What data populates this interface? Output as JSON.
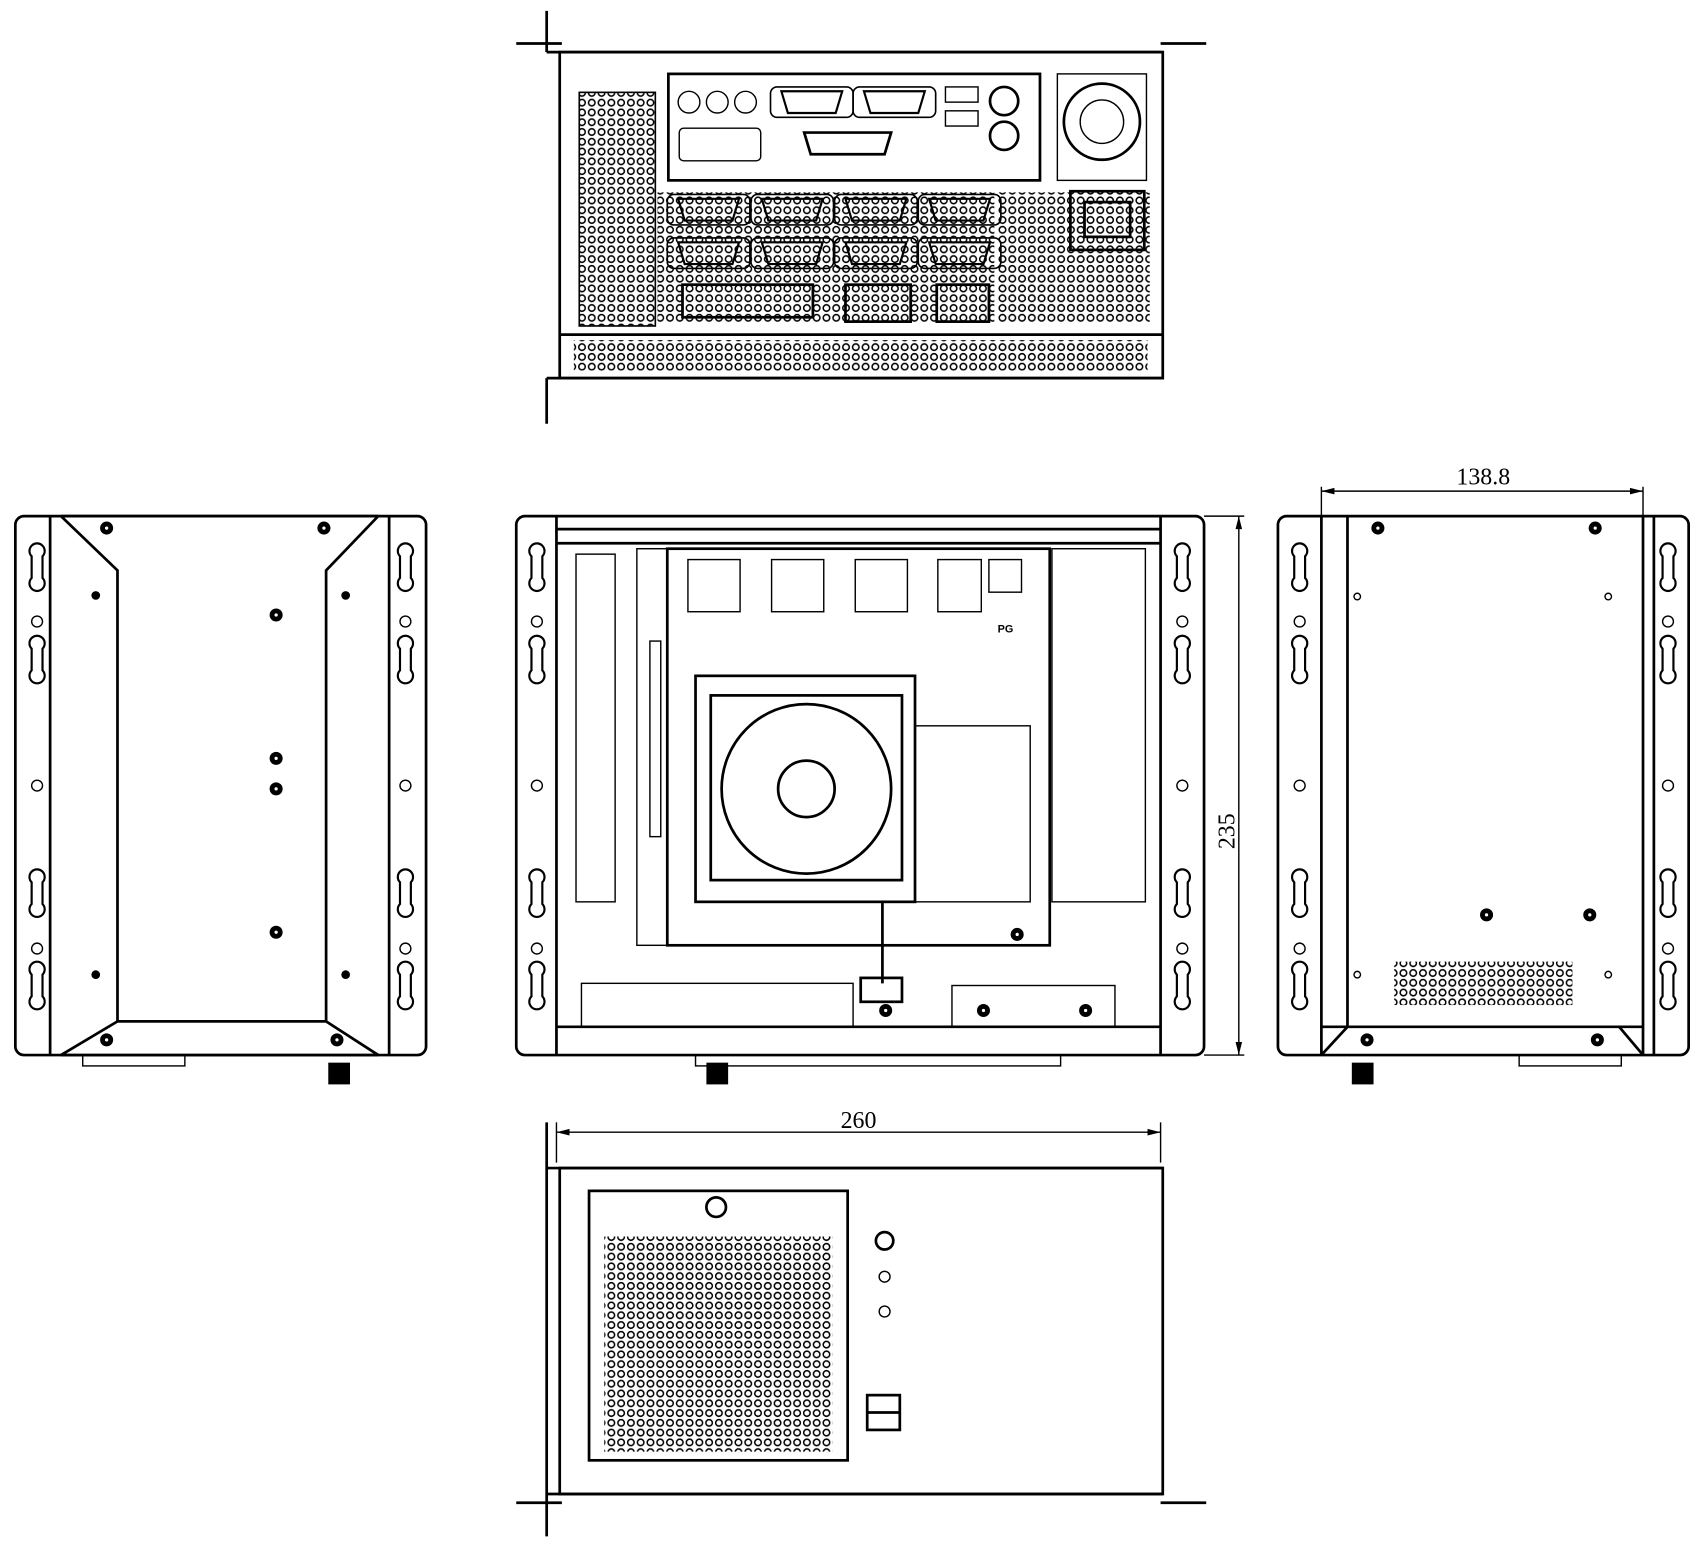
{
  "dimensions": {
    "depth": "138.8",
    "height": "235",
    "width": "260"
  },
  "board_label": "PG",
  "colors": {
    "line": "#000000",
    "background": "#ffffff"
  }
}
